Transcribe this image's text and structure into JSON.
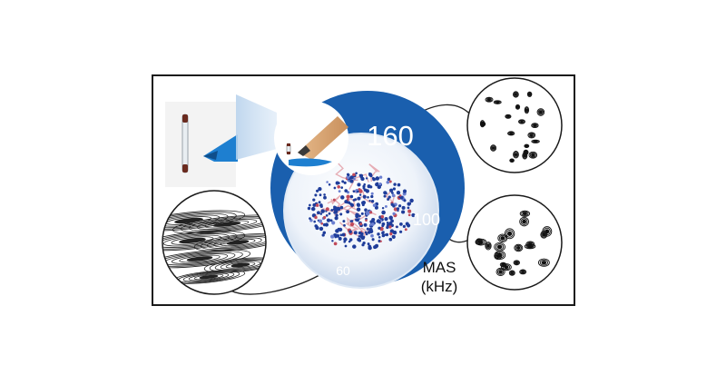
{
  "speed_labels": {
    "high": "160",
    "mid": "100",
    "low": "60"
  },
  "axis_label": {
    "line1": "MAS",
    "line2": "(kHz)"
  },
  "colors": {
    "ring": "#1a5fae",
    "ring_light": "#dfe9f5",
    "frame": "#1a1a1a",
    "pencil_blue": "#1e7fd0",
    "sphere_fill": "#f4f8fd",
    "peak": "#111111"
  },
  "icons": {
    "rotor": "nmr-rotor-icon",
    "pencil": "pencil-tip-icon",
    "protein": "protein-cloud-icon"
  }
}
